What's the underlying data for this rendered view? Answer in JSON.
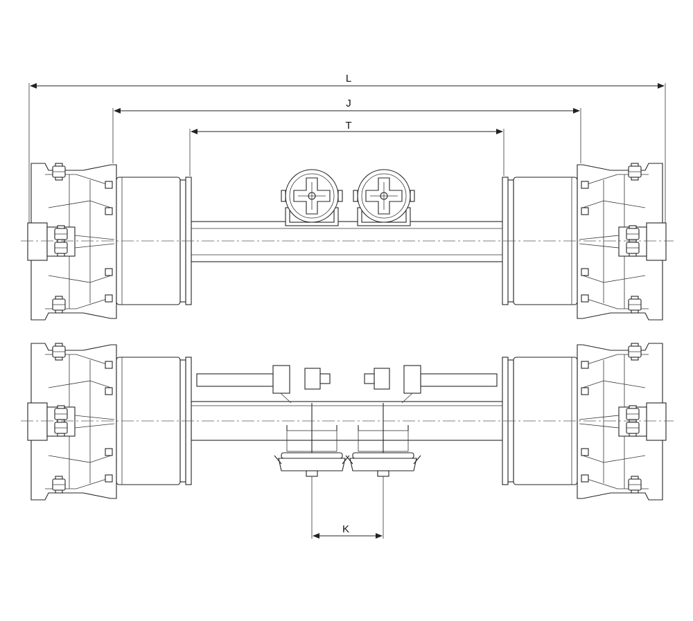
{
  "dimensions": {
    "L": "L",
    "J": "J",
    "T": "T",
    "K": "K"
  },
  "colors": {
    "line": "#222222",
    "background": "#ffffff"
  }
}
